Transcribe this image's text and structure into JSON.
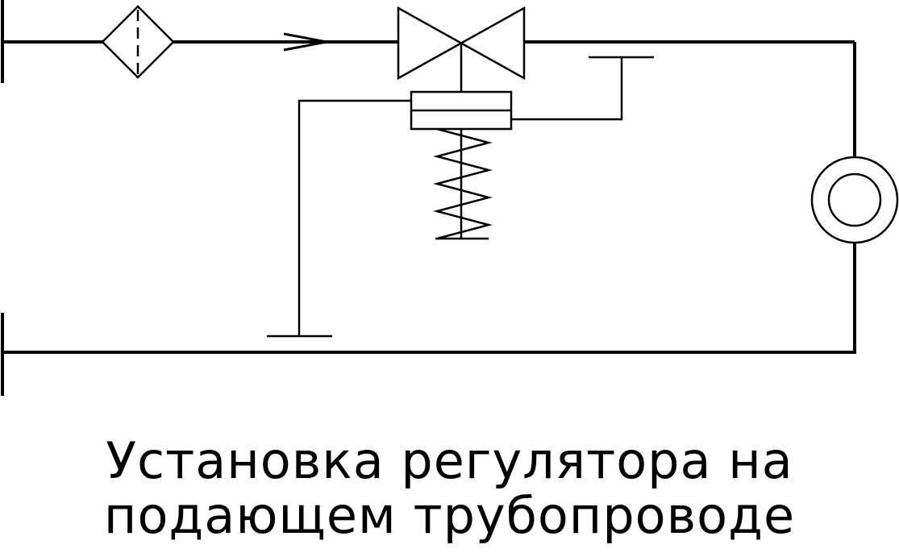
{
  "caption": {
    "line1": "Установка регулятора на",
    "line2": "подающем трубопроводе"
  },
  "colors": {
    "stroke": "#000000",
    "background": "#ffffff"
  },
  "components": [
    "supply-pipe",
    "filter",
    "flow-direction-arrow",
    "control-valve",
    "diaphragm-actuator",
    "spring",
    "impulse-line-upstream",
    "impulse-line-downstream",
    "consumer",
    "return-pipe"
  ]
}
